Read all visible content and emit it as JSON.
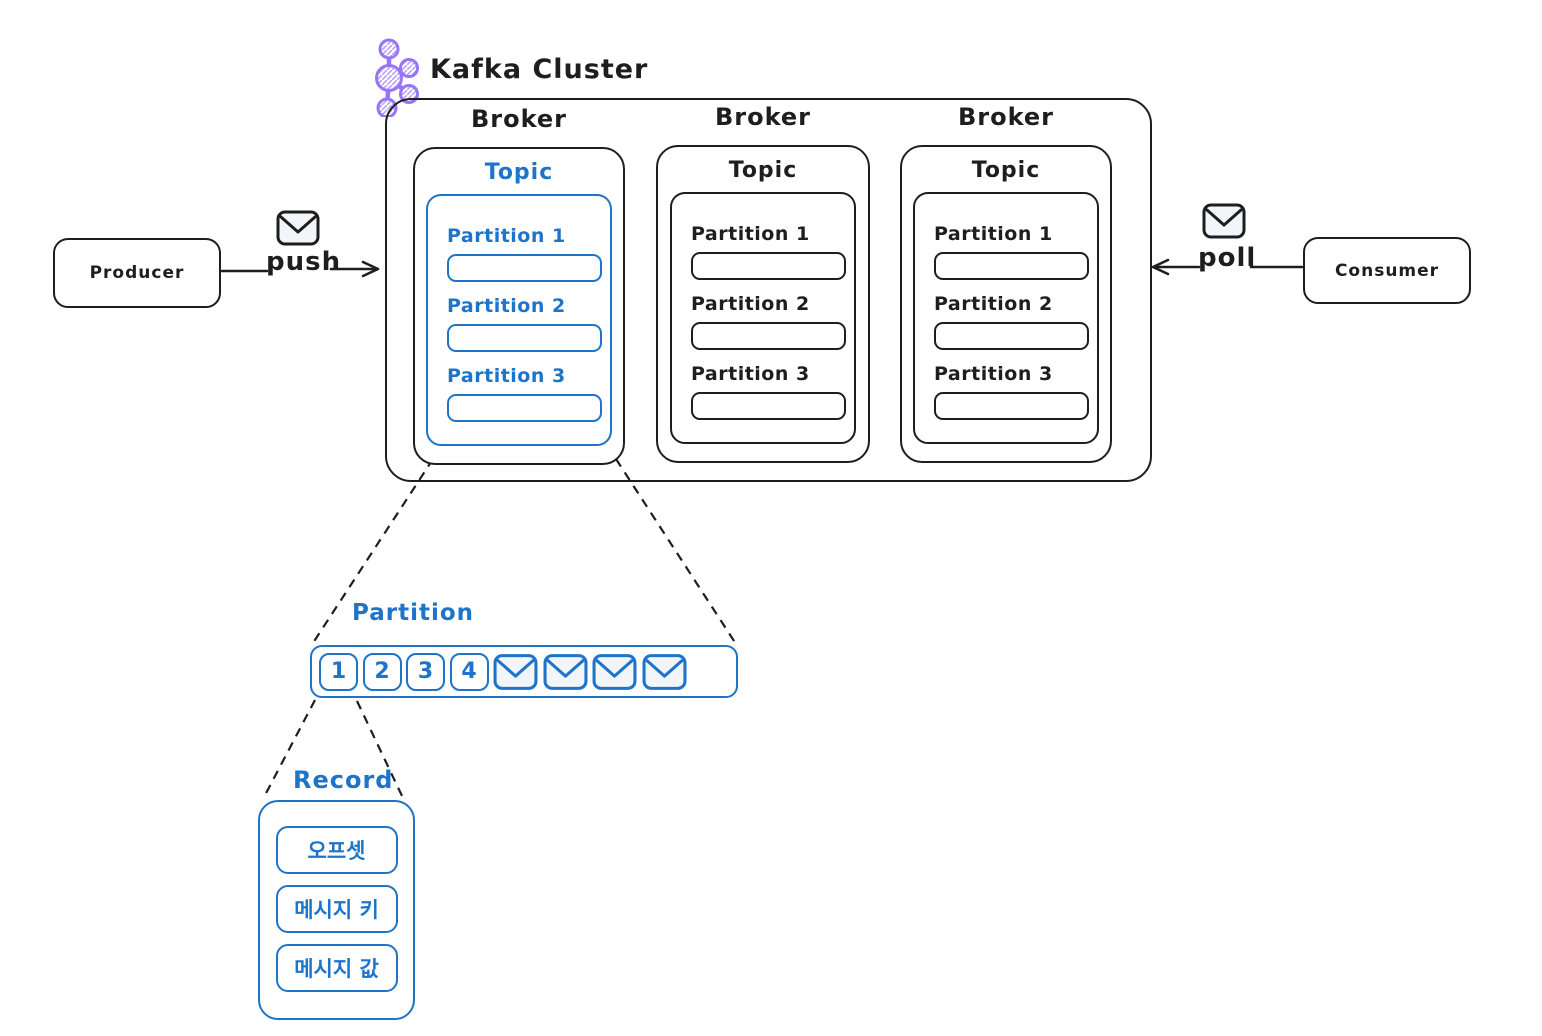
{
  "colors": {
    "ink": "#1e1e1e",
    "accent_blue": "#1e74c9",
    "logo_purple": "#9775fa",
    "envelope_fill": "#f2f5f9"
  },
  "icons": {
    "logo": "kafka-logo",
    "message": "envelope-icon"
  },
  "cluster": {
    "title": "Kafka Cluster",
    "brokers": [
      {
        "label": "Broker",
        "topic": {
          "label": "Topic",
          "partitions": [
            "Partition 1",
            "Partition 2",
            "Partition 3"
          ]
        }
      },
      {
        "label": "Broker",
        "topic": {
          "label": "Topic",
          "partitions": [
            "Partition 1",
            "Partition 2",
            "Partition 3"
          ]
        }
      },
      {
        "label": "Broker",
        "topic": {
          "label": "Topic",
          "partitions": [
            "Partition 1",
            "Partition 2",
            "Partition 3"
          ]
        }
      }
    ]
  },
  "producer": {
    "label": "Producer",
    "action": "push"
  },
  "consumer": {
    "label": "Consumer",
    "action": "poll"
  },
  "partition_detail": {
    "label": "Partition",
    "offsets": [
      "1",
      "2",
      "3",
      "4"
    ],
    "message_count": 4
  },
  "record_detail": {
    "label": "Record",
    "fields": [
      "오프셋",
      "메시지 키",
      "메시지 값"
    ]
  }
}
